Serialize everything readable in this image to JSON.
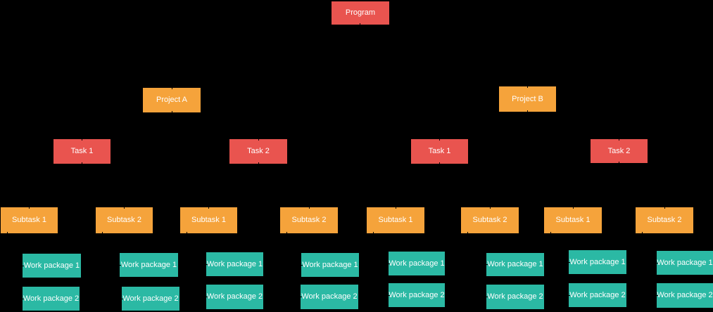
{
  "diagram": {
    "type": "work-breakdown-structure",
    "background_color": "#000000",
    "text_color": "#FFFFFF",
    "node_colors": {
      "program": "#E9544F",
      "project": "#F5A33B",
      "task": "#E9544F",
      "subtask": "#F5A33B",
      "work_package": "#2BB9A4"
    },
    "tree": {
      "program": {
        "label": "Program"
      },
      "projects": [
        {
          "label": "Project A",
          "tasks": [
            {
              "label": "Task 1",
              "subtasks": [
                {
                  "label": "Subtask 1",
                  "work_packages": [
                    "Work package 1",
                    "Work package 2"
                  ]
                },
                {
                  "label": "Subtask 2",
                  "work_packages": [
                    "Work package 1",
                    "Work package 2"
                  ]
                }
              ]
            },
            {
              "label": "Task 2",
              "subtasks": [
                {
                  "label": "Subtask 1",
                  "work_packages": [
                    "Work package 1",
                    "Work package 2"
                  ]
                },
                {
                  "label": "Subtask 2",
                  "work_packages": [
                    "Work package 1",
                    "Work package 2"
                  ]
                }
              ]
            }
          ]
        },
        {
          "label": "Project B",
          "tasks": [
            {
              "label": "Task 1",
              "subtasks": [
                {
                  "label": "Subtask 1",
                  "work_packages": [
                    "Work package 1",
                    "Work package 2"
                  ]
                },
                {
                  "label": "Subtask 2",
                  "work_packages": [
                    "Work package 1",
                    "Work package 2"
                  ]
                }
              ]
            },
            {
              "label": "Task 2",
              "subtasks": [
                {
                  "label": "Subtask 1",
                  "work_packages": [
                    "Work package 1",
                    "Work package 2"
                  ]
                },
                {
                  "label": "Subtask 2",
                  "work_packages": [
                    "Work package 1",
                    "Work package 2"
                  ]
                }
              ]
            }
          ]
        }
      ]
    }
  }
}
